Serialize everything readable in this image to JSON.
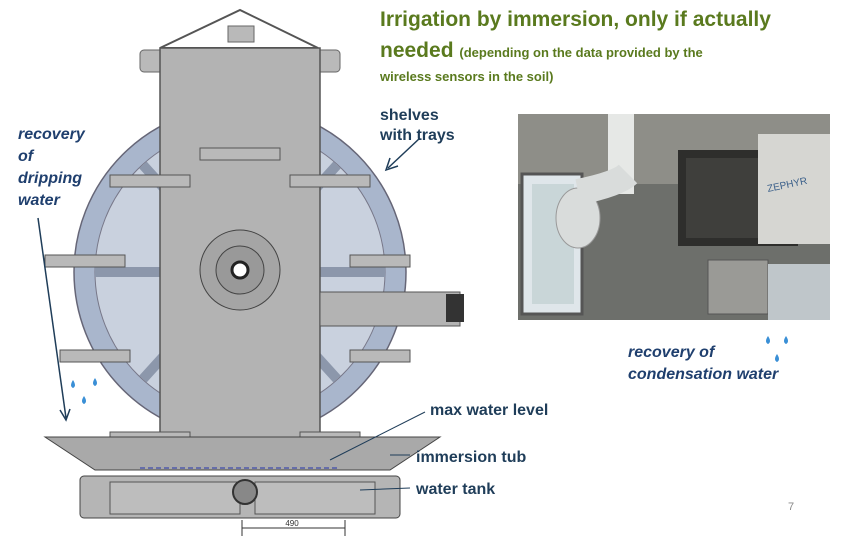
{
  "title": {
    "line1": "Irrigation by immersion, only if actually",
    "line2": "needed",
    "paren": "(depending on the data provided by the",
    "line3": "wireless sensors in the soil)"
  },
  "labels": {
    "recovery_dripping": [
      "recovery",
      "of",
      "dripping",
      "water"
    ],
    "shelves": [
      "shelves",
      "with trays"
    ],
    "recovery_condensation": [
      "recovery of",
      "condensation water"
    ],
    "max_water_level": "max water level",
    "immersion_tub": "immersion tub",
    "water_tank": "water tank",
    "dimension": "490",
    "photo_brand": "ZEPHYR"
  },
  "page_number": "7",
  "colors": {
    "title_green": "#5a7a1e",
    "label_blue": "#1f3f6e",
    "wheel_fill": "#a9b6cc",
    "frame_fill": "#b3b3b3",
    "water_drop": "#3a8fd6"
  }
}
